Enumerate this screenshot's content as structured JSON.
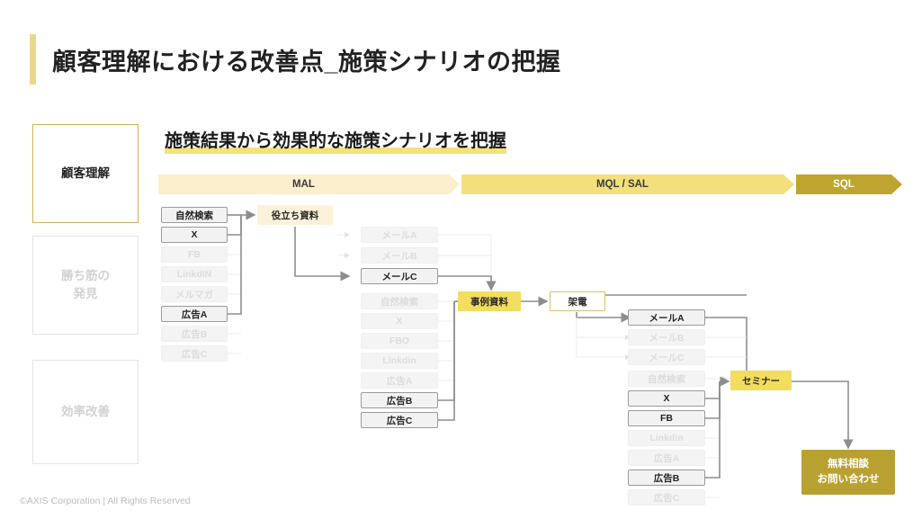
{
  "header": {
    "title": "顧客理解における改善点_施策シナリオの把握"
  },
  "sidebar": {
    "items": [
      {
        "label": "顧客理解",
        "state": "active"
      },
      {
        "label": "勝ち筋の\n発見",
        "line1": "勝ち筋の",
        "line2": "発見",
        "state": "dim"
      },
      {
        "label": "効率改善",
        "state": "dim"
      }
    ]
  },
  "main": {
    "subtitle": "施策結果から効果的な施策シナリオを把握",
    "stages": [
      {
        "label": "MAL",
        "color": "#fbefcd"
      },
      {
        "label": "MQL / SAL",
        "color": "#f3e07c"
      },
      {
        "label": "SQL",
        "color": "#bfa52f"
      }
    ],
    "groups": {
      "group1": {
        "items": [
          {
            "label": "自然検索",
            "active": true
          },
          {
            "label": "X",
            "active": true
          },
          {
            "label": "FB",
            "active": false
          },
          {
            "label": "LinkdIN",
            "active": false
          },
          {
            "label": "メルマガ",
            "active": false
          },
          {
            "label": "広告A",
            "active": true
          },
          {
            "label": "広告B",
            "active": false
          },
          {
            "label": "広告C",
            "active": false
          }
        ]
      },
      "group2a": {
        "items": [
          {
            "label": "メールA",
            "active": false
          },
          {
            "label": "メールB",
            "active": false
          },
          {
            "label": "メールC",
            "active": true
          }
        ]
      },
      "group2b": {
        "items": [
          {
            "label": "自然検索",
            "active": false
          },
          {
            "label": "X",
            "active": false
          },
          {
            "label": "FBO",
            "active": false
          },
          {
            "label": "Linkdin",
            "active": false
          },
          {
            "label": "広告A",
            "active": false
          },
          {
            "label": "広告B",
            "active": true
          },
          {
            "label": "広告C",
            "active": true
          }
        ]
      },
      "group3": {
        "items": [
          {
            "label": "メールA",
            "active": true
          },
          {
            "label": "メールB",
            "active": false
          },
          {
            "label": "メールC",
            "active": false
          }
        ]
      },
      "group4": {
        "items": [
          {
            "label": "自然検索",
            "active": false
          },
          {
            "label": "X",
            "active": true
          },
          {
            "label": "FB",
            "active": true
          },
          {
            "label": "Linkdin",
            "active": false
          },
          {
            "label": "広告A",
            "active": false
          },
          {
            "label": "広告B",
            "active": true
          },
          {
            "label": "広告C",
            "active": false
          }
        ]
      }
    },
    "offers": {
      "useful_material": "役立ち資料",
      "case_study": "事例資料",
      "call": "架電",
      "seminar": "セミナー"
    },
    "cta": {
      "line1": "無料相談",
      "line2": "お問い合わせ"
    }
  },
  "footer": {
    "copyright": "©AXIS Corporation | All Rights Reserved"
  },
  "colors": {
    "accent_gold": "#c9b458",
    "stage_light": "#fbefcd",
    "stage_mid": "#f3e07c",
    "stage_dark": "#bfa52f",
    "cta_bg": "#b8a132"
  }
}
